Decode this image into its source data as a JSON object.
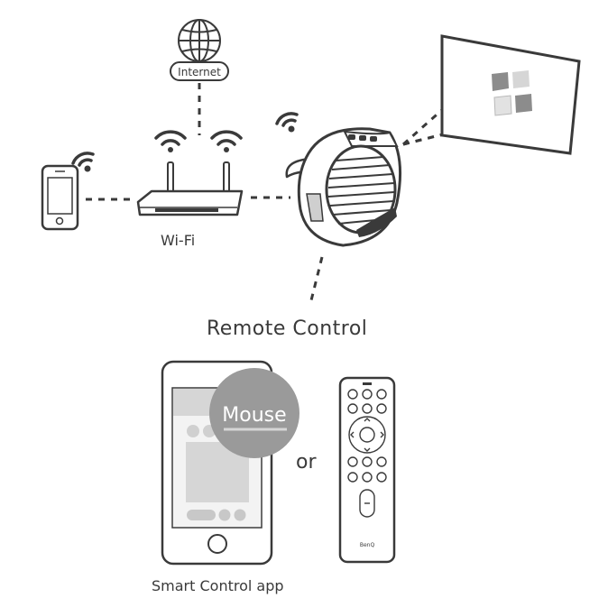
{
  "labels": {
    "internet": "Internet",
    "wifi": "Wi-Fi",
    "remote_control": "Remote Control",
    "mouse": "Mouse",
    "or": "or",
    "smart_control_app": "Smart Control app",
    "remote_brand": "BenQ"
  },
  "colors": {
    "stroke": "#3a3a3a",
    "panel_gray": "#d6d6d6",
    "mouse_bubble": "#9a9a9a",
    "tile_dark": "#8c8c8c",
    "tile_mid": "#b8b8b8",
    "tile_light": "#e2e2e2"
  },
  "icons": [
    "globe-icon",
    "wifi-icon",
    "smartphone-icon",
    "router-icon",
    "projector-icon",
    "screen-icon",
    "remote-icon",
    "app-phone-icon"
  ]
}
